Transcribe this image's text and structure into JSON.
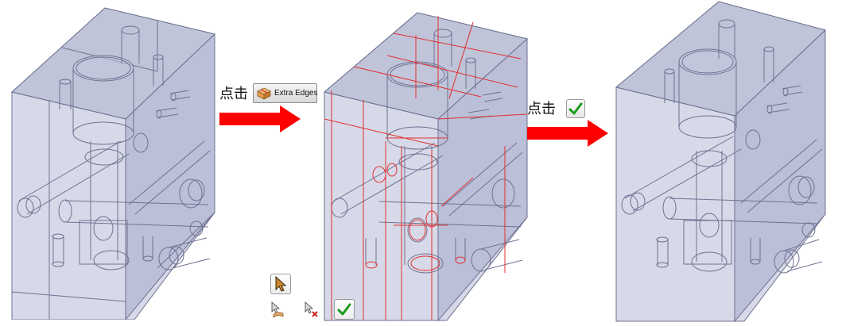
{
  "steps": {
    "click_label_1": "点击",
    "click_label_2": "点击"
  },
  "toolbar": {
    "extra_edges_label": "Extra Edges"
  },
  "icons": {
    "box": "box-icon",
    "ok": "green-checkmark-icon",
    "select": "select-arrow-icon",
    "add": "add-edge-icon",
    "remove": "remove-edge-icon",
    "arrow": "red-arrow-icon"
  },
  "colors": {
    "block_fill": "#b9bdd6",
    "block_edge": "#6e7291",
    "extra_edge": "#e03030",
    "arrow": "#ff0000",
    "check": "#1a9a1a"
  }
}
